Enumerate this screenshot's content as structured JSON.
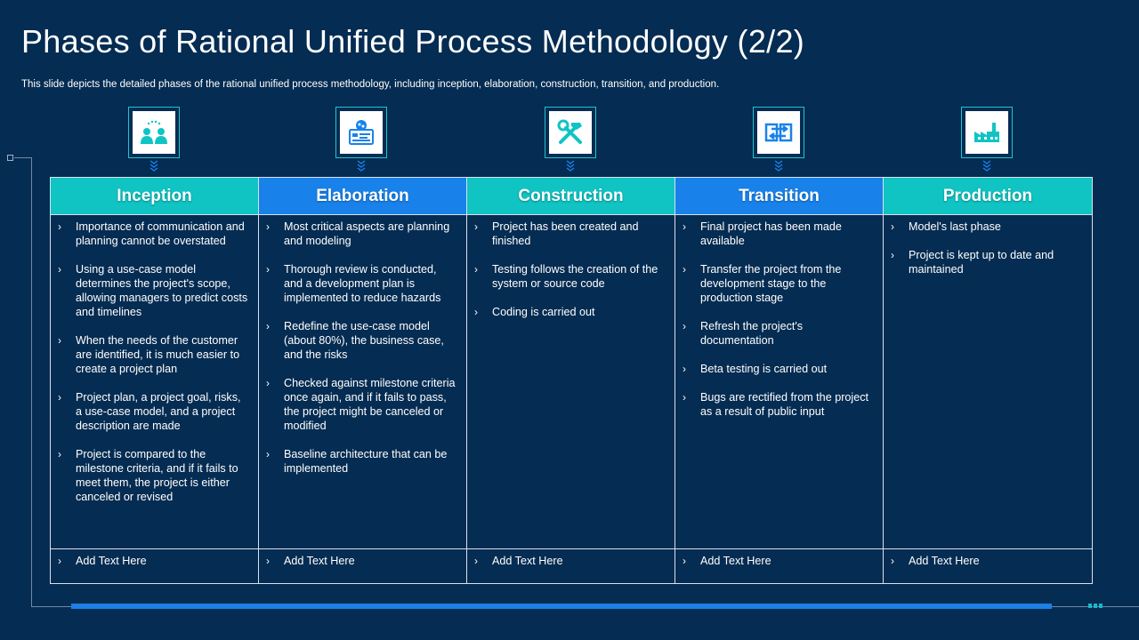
{
  "slide": {
    "title": "Phases of Rational Unified Process Methodology (2/2)",
    "subtitle": "This slide depicts the detailed phases of the rational unified process methodology, including inception, elaboration, construction, transition, and production."
  },
  "colors": {
    "background": "#052c52",
    "teal": "#10c4c3",
    "blue": "#1982ea",
    "accent_bar": "#1c7fe6"
  },
  "bullet_marker": "›",
  "phases": [
    {
      "name": "Inception",
      "icon": "people-meeting-icon",
      "items": [
        "Importance of communication and planning cannot be overstated",
        "Using a use-case model determines the project's scope, allowing managers to predict costs and timelines",
        "When the needs of the customer are identified, it is much easier to create a project plan",
        "Project plan, a project goal, risks, a use-case model, and a project description are made",
        "Project is compared to the milestone criteria, and if it fails to meet them, the project is either canceled or revised"
      ],
      "footer": "Add Text Here"
    },
    {
      "name": "Elaboration",
      "icon": "brain-dashboard-icon",
      "items": [
        "Most critical aspects are planning and modeling",
        "Thorough review is conducted, and a development plan is implemented to reduce hazards",
        "Redefine the use-case model (about 80%), the business case, and the risks",
        "Checked against milestone criteria once again, and if it fails to pass, the project might be canceled or modified",
        "Baseline architecture that can be implemented"
      ],
      "footer": "Add Text Here"
    },
    {
      "name": "Construction",
      "icon": "hammer-wrench-icon",
      "items": [
        "Project has been created and finished",
        "Testing follows the creation of the system or source code",
        "Coding is carried out"
      ],
      "footer": "Add Text Here"
    },
    {
      "name": "Transition",
      "icon": "transfer-flow-icon",
      "items": [
        "Final project has been made available",
        "Transfer the project from the development stage to the production stage",
        "Refresh the project's documentation",
        "Beta testing is carried out",
        "Bugs are rectified from the project as a result of public input"
      ],
      "footer": "Add Text Here"
    },
    {
      "name": "Production",
      "icon": "factory-icon",
      "items": [
        "Model's last phase",
        "Project is kept up to date and maintained"
      ],
      "footer": "Add Text Here"
    }
  ]
}
